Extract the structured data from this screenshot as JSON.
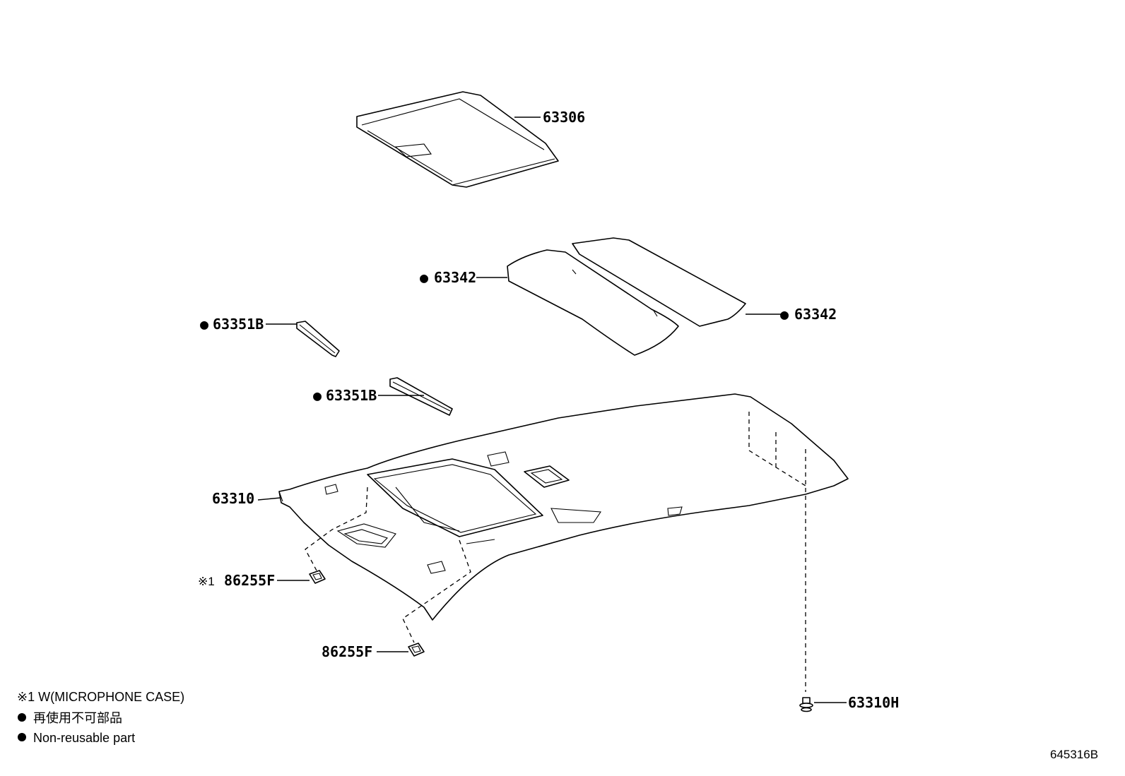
{
  "parts": {
    "p63306": "63306",
    "p63342_left": "63342",
    "p63342_right": "63342",
    "p63351b_upper": "63351B",
    "p63351b_lower": "63351B",
    "p63310": "63310",
    "p86255f_upper": "86255F",
    "p86255f_lower": "86255F",
    "p63310h": "63310H"
  },
  "markers": {
    "bullet": "●",
    "note_ref": "※1"
  },
  "notes": {
    "n1": "※1 W(MICROPHONE CASE)",
    "n2": "再使用不可部品",
    "n3": "Non-reusable part"
  },
  "figure_id": "645316B"
}
